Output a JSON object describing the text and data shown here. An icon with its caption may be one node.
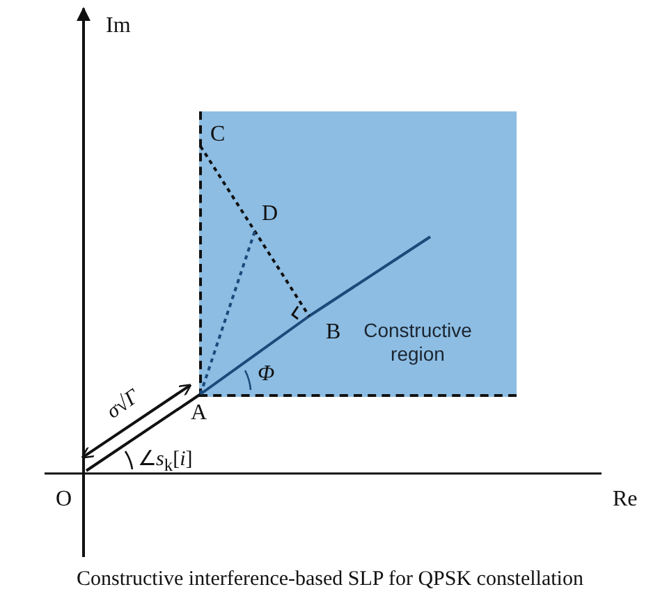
{
  "diagram": {
    "caption": "Constructive interference-based SLP for QPSK constellation",
    "nodes": [
      {
        "text": [
          "Constructive region"
        ]
      },
      {
        "text": [
          "O"
        ]
      },
      {
        "text": [
          "A"
        ]
      },
      {
        "text": [
          "B"
        ],
        "in": 0
      },
      {
        "text": [
          "C"
        ],
        "in": 0
      },
      {
        "text": [
          "D"
        ],
        "in": 0
      }
    ],
    "edges": [
      {
        "from": 1,
        "to": 2,
        "arrow": "both",
        "label": "σ√Γ"
      },
      {
        "from": 1,
        "to": 2,
        "arrow": "none"
      },
      {
        "from": 2,
        "to": 3,
        "arrow": "none",
        "color": "#1b4a7a"
      },
      {
        "from": 4,
        "to": 3,
        "arrow": "none",
        "style": "dashed"
      },
      {
        "from": 2,
        "to": 5,
        "arrow": "none",
        "style": "dashed",
        "color": "#1b4a7a"
      }
    ],
    "labels": [
      "Im",
      "Re",
      "Φ",
      "∠*s*$_{k}$[*i*]"
    ]
  }
}
